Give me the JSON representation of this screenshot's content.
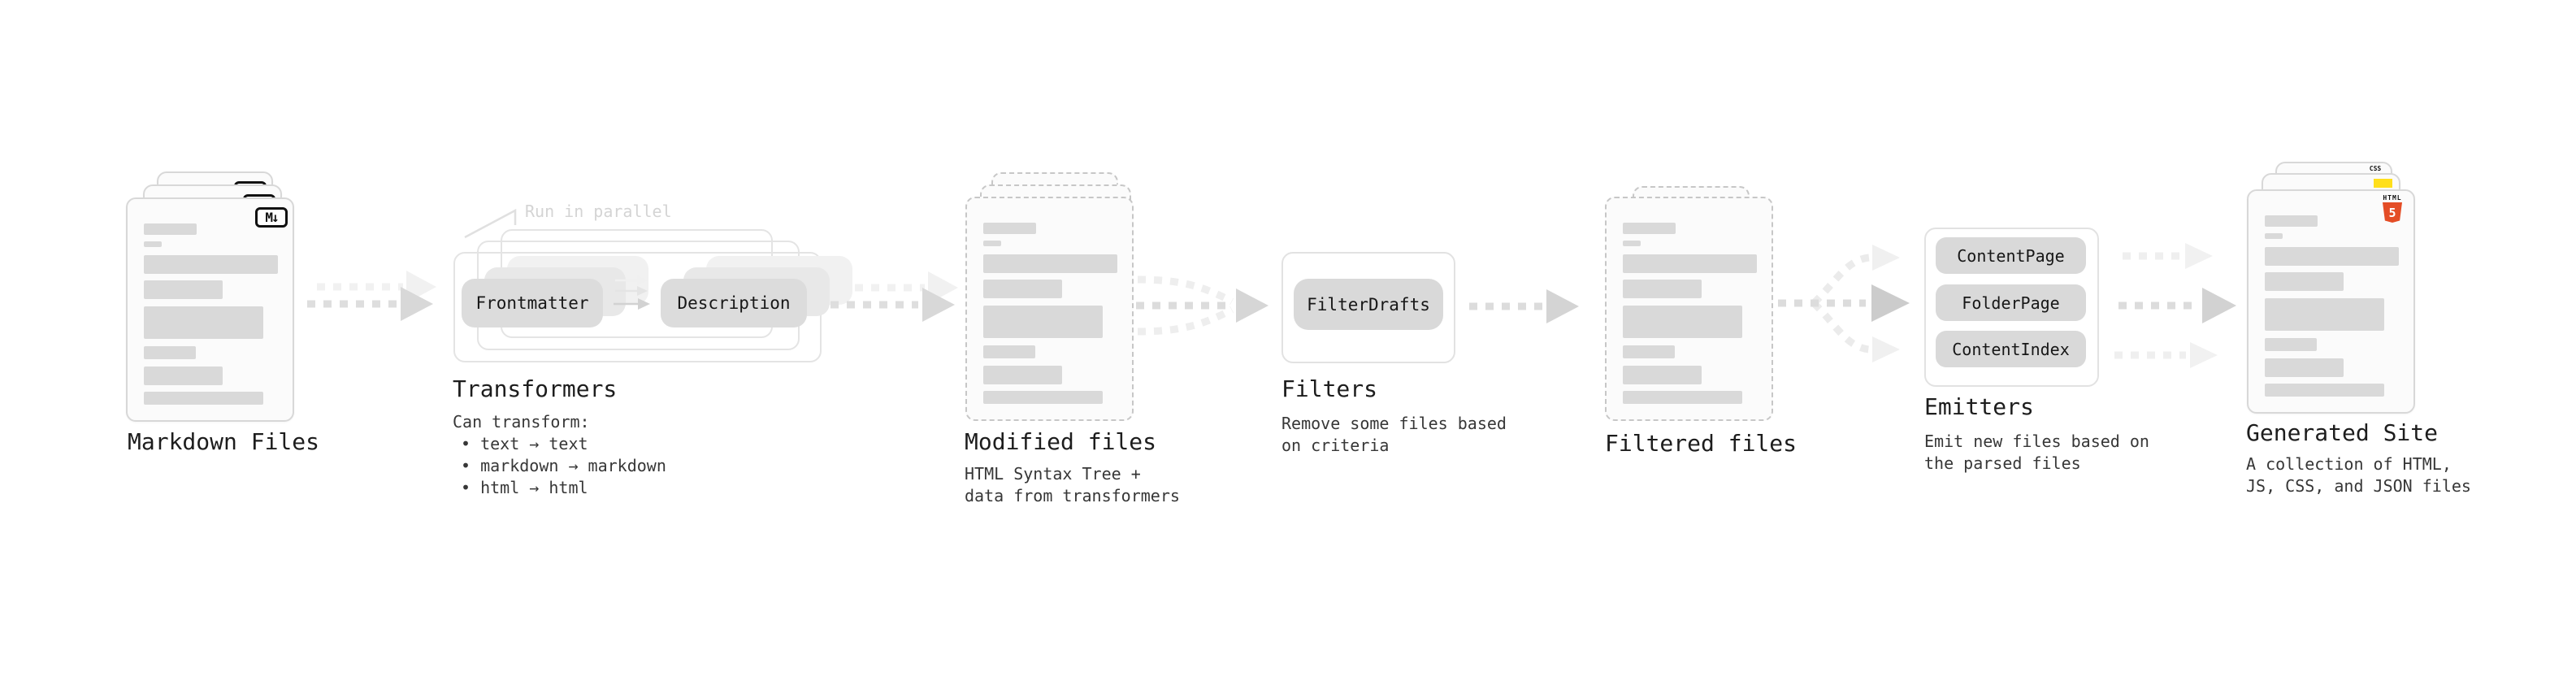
{
  "stages": {
    "markdown_files": {
      "label": "Markdown Files",
      "badge": "M↓"
    },
    "transformers": {
      "label": "Transformers",
      "annotation": "Run in parallel",
      "input_pill": "Frontmatter",
      "output_pill": "Description",
      "body_title": "Can transform:",
      "bullets": [
        "• text → text",
        "• markdown → markdown",
        "• html → html"
      ]
    },
    "modified_files": {
      "label": "Modified files",
      "description": "HTML Syntax Tree +\ndata from transformers"
    },
    "filters": {
      "label": "Filters",
      "pill": "FilterDrafts",
      "description": "Remove some files based\non criteria"
    },
    "filtered_files": {
      "label": "Filtered files"
    },
    "emitters": {
      "label": "Emitters",
      "pills": [
        "ContentPage",
        "FolderPage",
        "ContentIndex"
      ],
      "description": "Emit new files based on\nthe parsed files"
    },
    "generated_site": {
      "label": "Generated Site",
      "description": "A collection of HTML,\nJS, CSS, and JSON files",
      "css_badge": "CSS",
      "html_badge": "HTML",
      "html_badge_number": "5"
    }
  },
  "colors": {
    "html5_orange": "#e44d26",
    "js_yellow": "#ffdf1b",
    "css_blue": "#2f6df6",
    "pill_gray": "#d9d9d9",
    "card_border": "#d8d8d8",
    "arrow_gray": "#d6d6d6",
    "faded_gray": "#f0f0f0"
  }
}
